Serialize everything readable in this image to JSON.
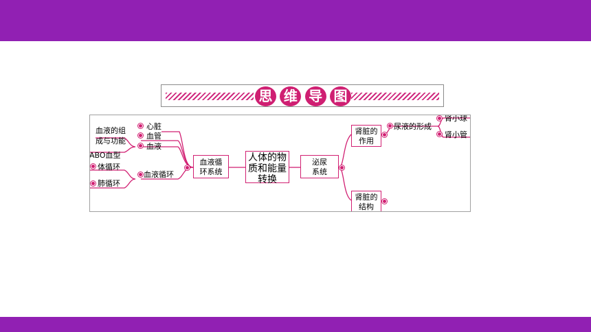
{
  "banner": {
    "title_chars": [
      "思",
      "维",
      "导",
      "图"
    ]
  },
  "mindmap": {
    "center": [
      "人体的物",
      "质和能量",
      "转换"
    ],
    "circulation": {
      "label": [
        "血液循",
        "环系统"
      ],
      "blood": "血液",
      "blood_leaves": [
        "血液的组",
        "成与功能",
        "ABO血型"
      ],
      "heart": "心脏",
      "vessels": "血管",
      "cycle": "血液循环",
      "cycle_leaves": [
        "体循环",
        "肺循环"
      ]
    },
    "urinary": {
      "label": [
        "泌尿",
        "系统"
      ],
      "kidney_function": [
        "肾脏的",
        "作用"
      ],
      "urine_formation": "尿液的形成",
      "glomerulus": "肾小球",
      "tubule": "肾小管",
      "kidney_structure": [
        "肾脏的",
        "结构"
      ]
    }
  },
  "colors": {
    "header_bar": "#9120b3",
    "accent": "#d11f72",
    "line": "#d11f72"
  }
}
